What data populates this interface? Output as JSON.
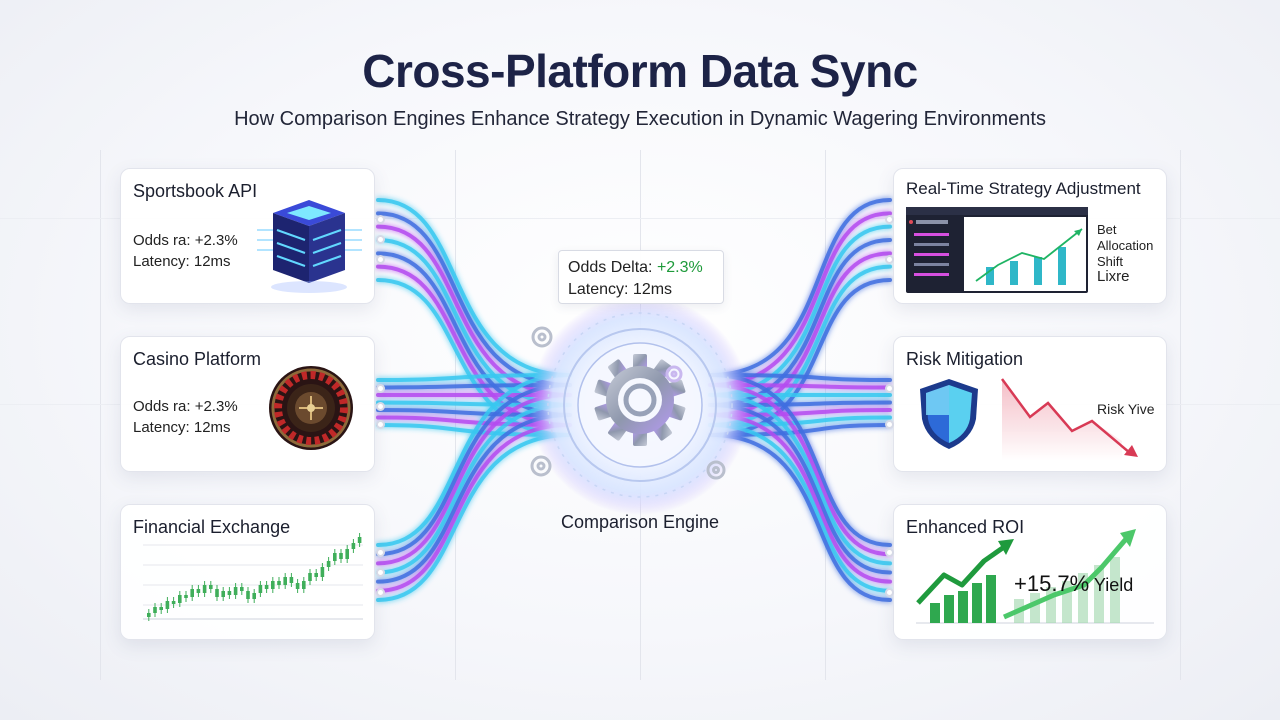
{
  "header": {
    "title": "Cross-Platform Data Sync",
    "subtitle": "How Comparison Engines Enhance Strategy Execution in Dynamic Wagering Environments"
  },
  "sources": [
    {
      "title": "Sportsbook API",
      "line1_label": "Odds ra: ",
      "line1_value": "+2.3%",
      "line2": "Latency: 12ms",
      "icon": "server-icon"
    },
    {
      "title": "Casino Platform",
      "line1_label": "Odds ra: ",
      "line1_value": "+2.3%",
      "line2": "Latency: 12ms",
      "icon": "roulette-wheel-icon"
    },
    {
      "title": "Financial Exchange",
      "icon": "candlestick-chart-icon"
    }
  ],
  "engine": {
    "label": "Comparison Engine",
    "delta_label": "Odds Delta: ",
    "delta_value": "+2.3%",
    "latency": "Latency: 12ms",
    "icon": "gear-icon"
  },
  "outputs": [
    {
      "title": "Real-Time Strategy Adjustment",
      "note1": "Bet Allocation Shift",
      "note2": "Lixre",
      "icon": "dashboard-icon"
    },
    {
      "title": "Risk Mitigation",
      "note1": "Risk Yive",
      "icon": "shield-icon"
    },
    {
      "title": "Enhanced ROI",
      "value": "+15.7%",
      "value_suffix": " Yield",
      "icon": "growth-chart-icon"
    }
  ],
  "colors": {
    "title": "#1d2347",
    "flow_cyan": "#37c8f0",
    "flow_blue": "#3f6fe0",
    "flow_purple": "#b44bf0",
    "positive": "#1e9a3a",
    "risk": "#d83a55"
  }
}
